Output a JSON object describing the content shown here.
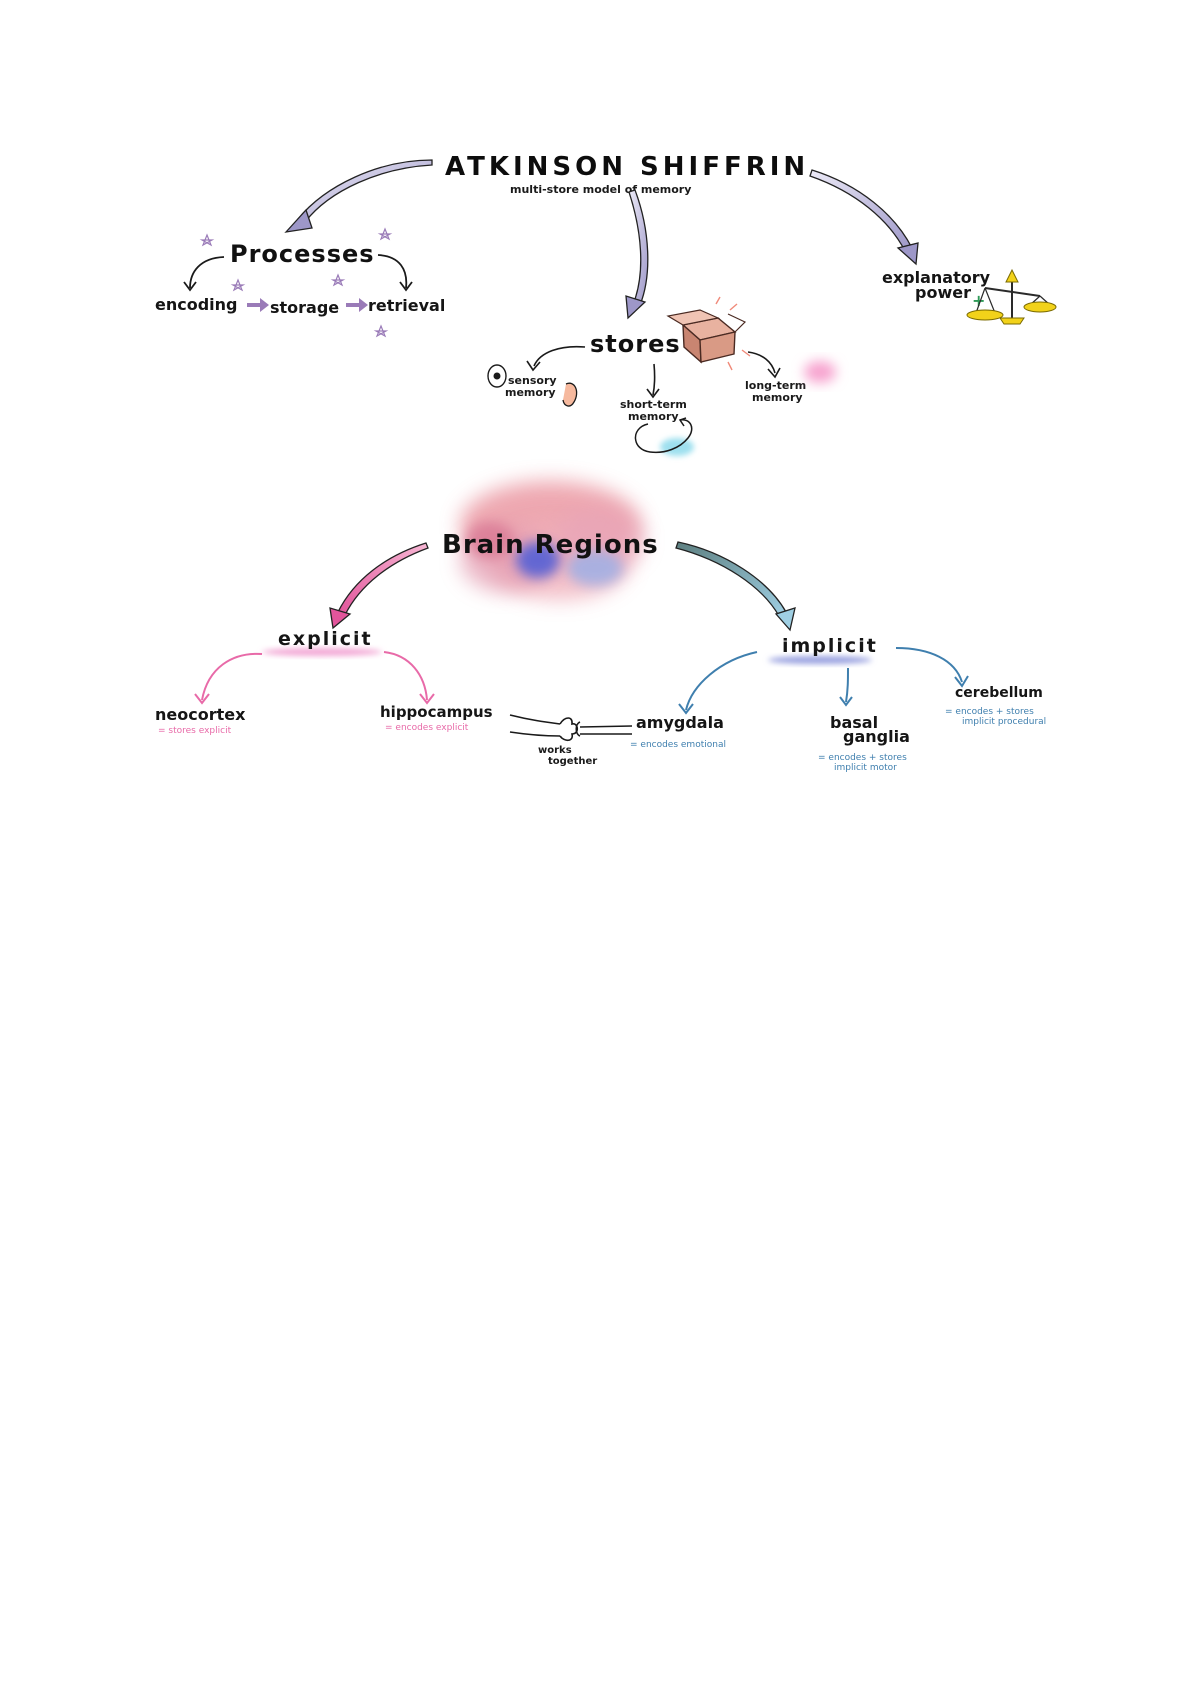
{
  "colors": {
    "ink": "#141414",
    "lavender": "#b8b4dc",
    "purple": "#9a7bb8",
    "pink": "#e86aa8",
    "blue": "#3f7fae",
    "teal": "#4f8f94",
    "gold": "#f2d21a"
  },
  "model": {
    "title": "ATKINSON SHIFFRIN",
    "subtitle": "multi-store model of memory"
  },
  "processes": {
    "heading": "Processes",
    "items": [
      "encoding",
      "storage",
      "retrieval"
    ]
  },
  "stores": {
    "heading": "stores",
    "sensory": [
      "sensory",
      "memory"
    ],
    "short_term": [
      "short-term",
      "memory"
    ],
    "long_term": [
      "long-term",
      "memory"
    ],
    "icons": [
      "box-icon",
      "eye-icon",
      "ear-icon",
      "loop-icon"
    ]
  },
  "explanatory": {
    "label": [
      "explanatory",
      "power"
    ],
    "icon": "scales-icon",
    "plus": "+"
  },
  "brain": {
    "heading": "Brain Regions"
  },
  "explicit": {
    "heading": "explicit",
    "neocortex": {
      "name": "neocortex",
      "note": "= stores explicit"
    },
    "hippocampus": {
      "name": "hippocampus",
      "note": "= encodes explicit"
    }
  },
  "implicit": {
    "heading": "implicit",
    "amygdala": {
      "name": "amygdala",
      "note": "= encodes emotional"
    },
    "basal_ganglia": {
      "name": [
        "basal",
        "ganglia"
      ],
      "note": [
        "= encodes + stores",
        "implicit motor"
      ]
    },
    "cerebellum": {
      "name": "cerebellum",
      "note": [
        "= encodes + stores",
        "implicit procedural"
      ]
    }
  },
  "works_together": [
    "works",
    "together"
  ]
}
